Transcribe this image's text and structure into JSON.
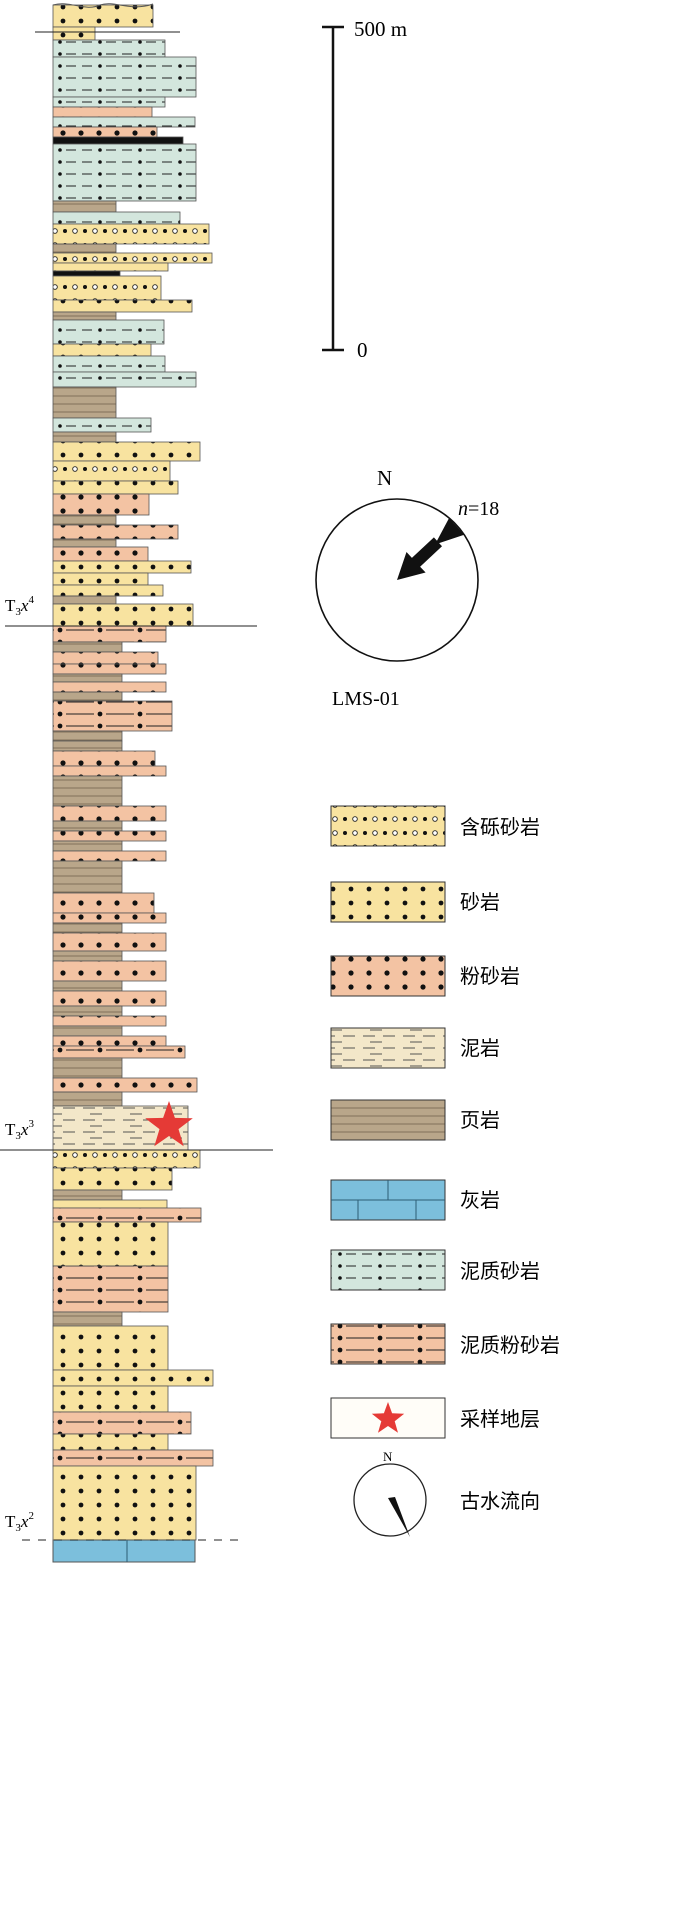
{
  "scale_bar": {
    "top_label": "500 m",
    "bottom_label": "0"
  },
  "rose": {
    "north_label": "N",
    "n_label": "n",
    "n_value": "=18",
    "site_label": "LMS-01"
  },
  "formations": [
    {
      "base": "T",
      "sub": "3",
      "ital": "x",
      "sup": "4"
    },
    {
      "base": "T",
      "sub": "3",
      "ital": "x",
      "sup": "3"
    },
    {
      "base": "T",
      "sub": "3",
      "ital": "x",
      "sup": "2"
    }
  ],
  "legend": {
    "items": [
      {
        "key": "gravel",
        "label": "含砾砂岩"
      },
      {
        "key": "sand",
        "label": "砂岩"
      },
      {
        "key": "silt",
        "label": "粉砂岩"
      },
      {
        "key": "mud",
        "label": "泥岩"
      },
      {
        "key": "shale",
        "label": "页岩"
      },
      {
        "key": "lime",
        "label": "灰岩"
      },
      {
        "key": "msand",
        "label": "泥质砂岩"
      },
      {
        "key": "msilt",
        "label": "泥质粉砂岩"
      },
      {
        "key": "sample",
        "label": "采样地层"
      },
      {
        "key": "current",
        "label": "古水流向"
      }
    ],
    "current_north": "N"
  },
  "colors": {
    "sand": "#f8e3a0",
    "silt": "#f3c3a3",
    "mud": "#f3e7c9",
    "shale": "#b9a68a",
    "lime": "#7cbfdc",
    "msand": "#d3e6dd",
    "msilt": "#f3c3a3",
    "star": "#e53a36",
    "coal": "#111111"
  }
}
